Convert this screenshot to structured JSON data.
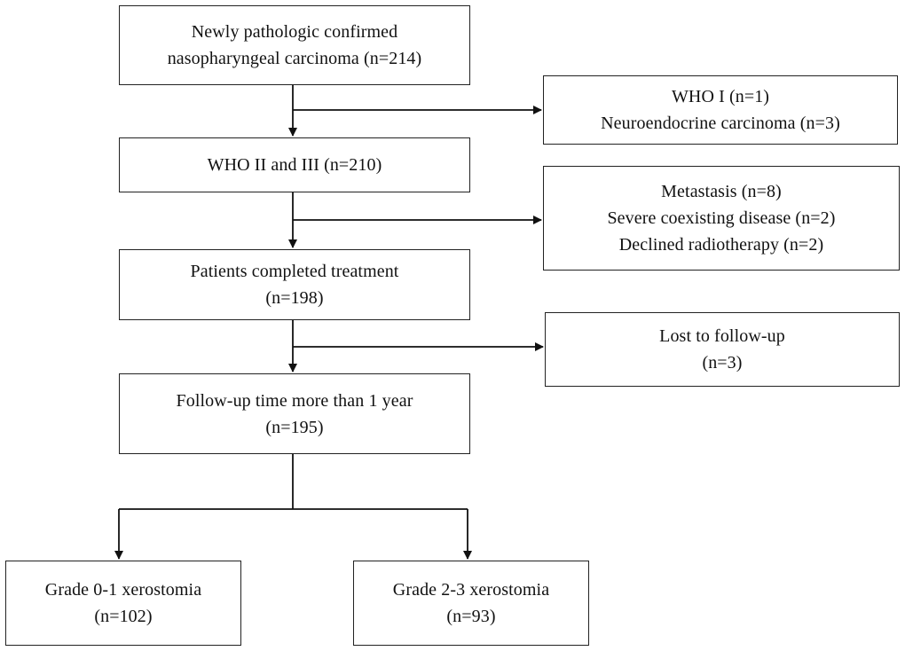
{
  "flowchart": {
    "root": {
      "line1": "Newly pathologic confirmed",
      "line2": "nasopharyngeal carcinoma (n=214)"
    },
    "excluded_histology": {
      "line1": "WHO I (n=1)",
      "line2": "Neuroendocrine carcinoma (n=3)"
    },
    "who_ii_iii": {
      "line1": "WHO II and III (n=210)"
    },
    "excluded_clinical": {
      "line1": "Metastasis (n=8)",
      "line2": "Severe coexisting disease (n=2)",
      "line3": "Declined radiotherapy (n=2)"
    },
    "completed_treatment": {
      "line1": "Patients completed treatment",
      "line2": "(n=198)"
    },
    "lost_followup": {
      "line1": "Lost to follow-up",
      "line2": "(n=3)"
    },
    "followup": {
      "line1": "Follow-up time more than 1 year",
      "line2": "(n=195)"
    },
    "grade_low": {
      "line1": "Grade 0-1 xerostomia",
      "line2": "(n=102)"
    },
    "grade_high": {
      "line1": "Grade 2-3 xerostomia",
      "line2": "(n=93)"
    }
  }
}
